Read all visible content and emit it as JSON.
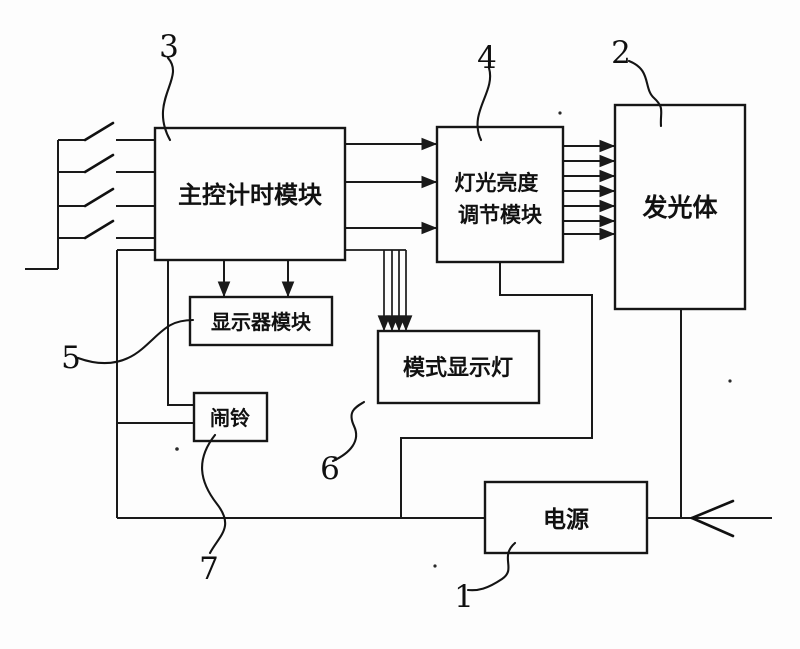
{
  "figure": {
    "type": "block-diagram",
    "background_color": "#fdfdfd",
    "line_color": "#1a1a1a",
    "boxes": {
      "main_control": {
        "label": "主控计时模块",
        "ref": "3"
      },
      "brightness": {
        "line1": "灯光亮度",
        "line2": "调节模块",
        "ref": "4"
      },
      "emitter": {
        "label": "发光体",
        "ref": "2"
      },
      "display": {
        "label": "显示器模块",
        "ref": "5"
      },
      "mode_lights": {
        "label": "模式显示灯",
        "ref": "6"
      },
      "alarm": {
        "label": "闹铃",
        "ref": "7"
      },
      "power": {
        "label": "电源",
        "ref": "1"
      }
    },
    "ref_labels": {
      "power": "1",
      "emitter": "2",
      "main_control": "3",
      "brightness": "4",
      "display": "5",
      "mode_lights": "6",
      "alarm": "7"
    },
    "connection_counts": {
      "switch_inputs": 4,
      "main_to_brightness_arrows": 3,
      "brightness_to_emitter_arrows": 7,
      "main_to_display_arrows": 2,
      "main_to_mode_lights_arrows": 4
    }
  }
}
